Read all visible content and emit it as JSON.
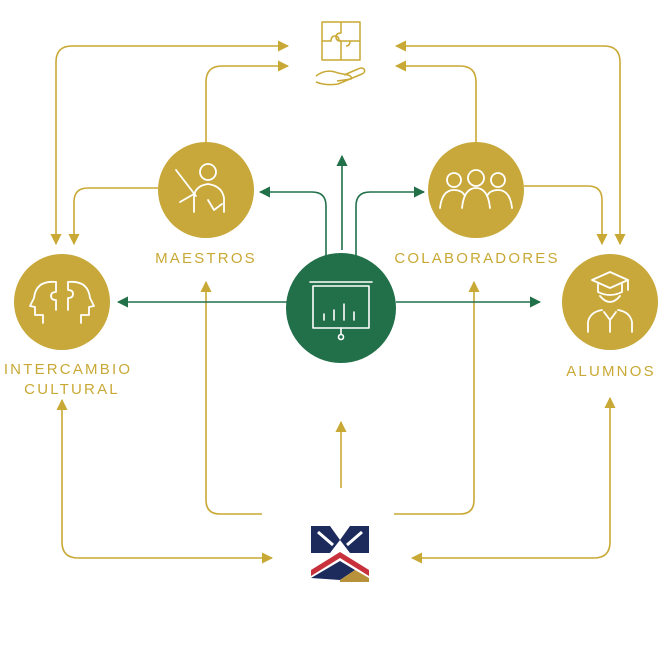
{
  "colors": {
    "gold": "#c9a935",
    "gold_node": "#c8a83a",
    "green": "#21704a",
    "navy": "#1c2a5c",
    "red": "#c8313b",
    "white": "#ffffff"
  },
  "nodes": {
    "maestros": {
      "label": "MAESTROS",
      "icon": "teacher-icon"
    },
    "colaboradores": {
      "label": "COLABORADORES",
      "icon": "people-group-icon"
    },
    "intercambio": {
      "label_line1": "INTERCAMBIO",
      "label_line2": "CULTURAL",
      "icon": "heads-puzzle-icon"
    },
    "alumnos": {
      "label": "ALUMNOS",
      "icon": "graduate-icon"
    },
    "center": {
      "icon": "presentation-chart-icon"
    },
    "top": {
      "icon": "hand-puzzle-icon"
    },
    "bottom": {
      "icon": "school-logo"
    }
  }
}
